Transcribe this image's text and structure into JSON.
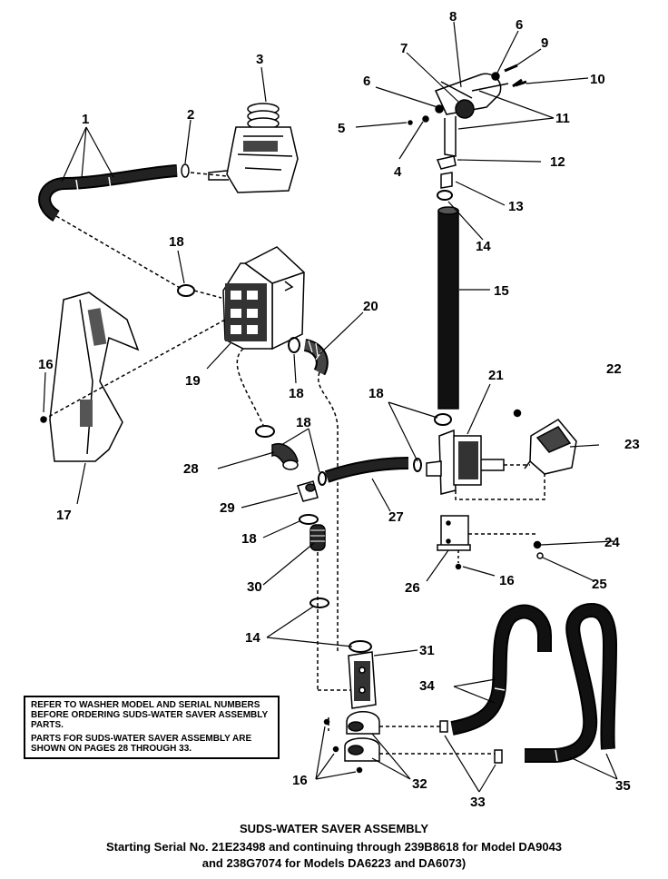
{
  "diagram": {
    "callouts": [
      "1",
      "2",
      "3",
      "4",
      "5",
      "6",
      "7",
      "8",
      "9",
      "10",
      "11",
      "12",
      "13",
      "14",
      "15",
      "16",
      "17",
      "18",
      "19",
      "20",
      "21",
      "22",
      "23",
      "24",
      "25",
      "26",
      "27",
      "28",
      "29",
      "30",
      "31",
      "32",
      "33",
      "34",
      "35"
    ],
    "note": {
      "line1": "Refer to washer model and serial numbers before ordering suds-water saver assembly parts.",
      "line2": "Parts for suds-water saver assembly are shown on pages 28 through 33."
    },
    "caption": {
      "title": "SUDS-WATER SAVER ASSEMBLY",
      "line1": "Starting Serial No. 21E23498 and continuing through 239B8618 for Model DA9043",
      "line2": "and 238G7074 for Models DA6223 and DA6073)"
    }
  }
}
